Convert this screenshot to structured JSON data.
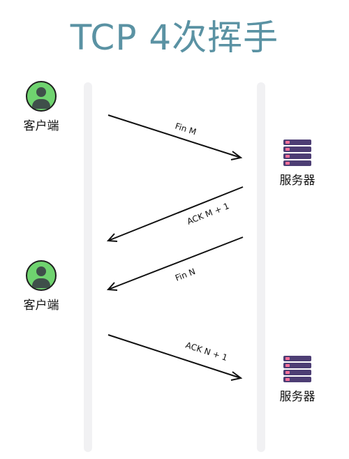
{
  "title": "TCP 4次挥手",
  "client_label": "客户端",
  "server_label": "服务器",
  "messages": [
    {
      "label": "Fin M",
      "direction": "client-to-server"
    },
    {
      "label": "ACK M + 1",
      "direction": "server-to-client"
    },
    {
      "label": "Fin N",
      "direction": "server-to-client"
    },
    {
      "label": "ACK N + 1",
      "direction": "client-to-server"
    }
  ],
  "colors": {
    "title": "#5a92a3",
    "lane": "#f1f1f3",
    "avatar": "#6fd36f",
    "server_body": "#4d3e74",
    "server_led": "#ff6f9a"
  }
}
